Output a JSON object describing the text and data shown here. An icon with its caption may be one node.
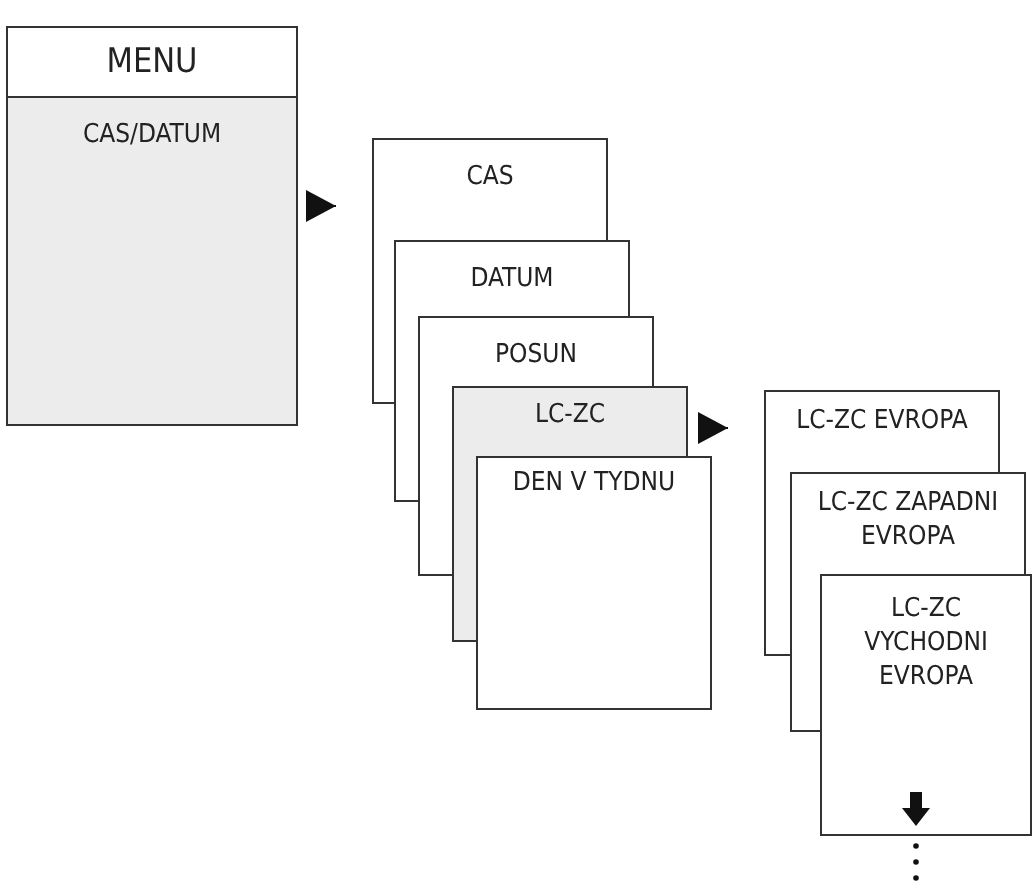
{
  "diagram": {
    "nodes": [
      {
        "text": [
          "MENU"
        ]
      },
      {
        "text": [
          "CAS/DATUM"
        ]
      },
      {
        "text": [
          "CAS"
        ]
      },
      {
        "text": [
          "DATUM"
        ]
      },
      {
        "text": [
          "POSUN"
        ]
      },
      {
        "text": [
          "LC-ZC"
        ]
      },
      {
        "text": [
          "DEN V TYDNU"
        ]
      },
      {
        "text": [
          "LC-ZC EVROPA"
        ]
      },
      {
        "text": [
          "LC-ZC ZAPADNI EVROPA"
        ]
      },
      {
        "text": [
          "LC-ZC VYCHODNI EVROPA"
        ]
      }
    ],
    "edges": [
      {
        "from": 1,
        "to": 2,
        "arrow": "to"
      },
      {
        "from": 5,
        "to": 7,
        "arrow": "to"
      }
    ]
  }
}
